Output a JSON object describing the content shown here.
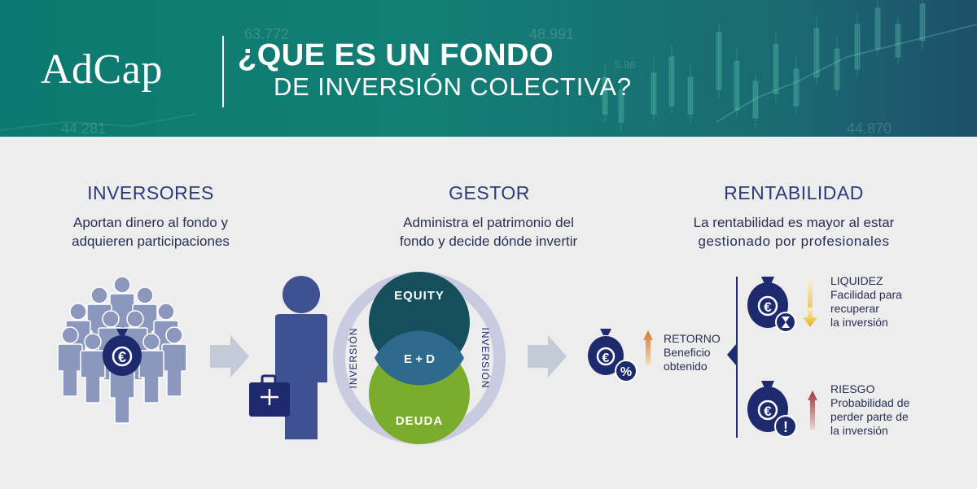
{
  "header": {
    "logo": "AdCap",
    "title_line1": "¿QUE ES UN FONDO",
    "title_line2": "DE INVERSIÓN COLECTIVA?",
    "bg_numbers": [
      "63.772",
      "48.991",
      "5.98",
      "44.870",
      "44.281"
    ]
  },
  "inversores": {
    "title": "INVERSORES",
    "desc_line1": "Aportan dinero al fondo y",
    "desc_line2": "adquieren participaciones"
  },
  "gestor": {
    "title": "GESTOR",
    "desc_line1": "Administra el patrimonio del",
    "desc_line2": "fondo y decide dónde invertir"
  },
  "rentabilidad": {
    "title": "RENTABILIDAD",
    "desc_line1": "La rentabilidad es mayor al estar",
    "desc_line2": "gestionado por profesionales"
  },
  "venn": {
    "equity": "EQUITY",
    "deuda": "DEUDA",
    "overlap": "E + D",
    "ring_left": "INVERSIÓN",
    "ring_right": "INVERSIÓN"
  },
  "retorno": {
    "title": "RETORNO",
    "line1": "Beneficio",
    "line2": "obtenido"
  },
  "liquidez": {
    "title": "LIQUIDEZ",
    "line1": "Facilidad para",
    "line2": "recuperar",
    "line3": "la inversión"
  },
  "riesgo": {
    "title": "RIESGO",
    "line1": "Probabilidad de",
    "line2": "perder parte de",
    "line3": "la inversión"
  },
  "icons": {
    "euro": "€",
    "percent": "%",
    "exclamation": "!"
  },
  "colors": {
    "header_teal": "#0c7a70",
    "navy": "#1e2a6e",
    "people": "#8c97bd",
    "equity": "#154e5c",
    "deuda": "#7cac2c",
    "ring": "#c9cbe0",
    "arrow_grey": "#c3cad8"
  }
}
